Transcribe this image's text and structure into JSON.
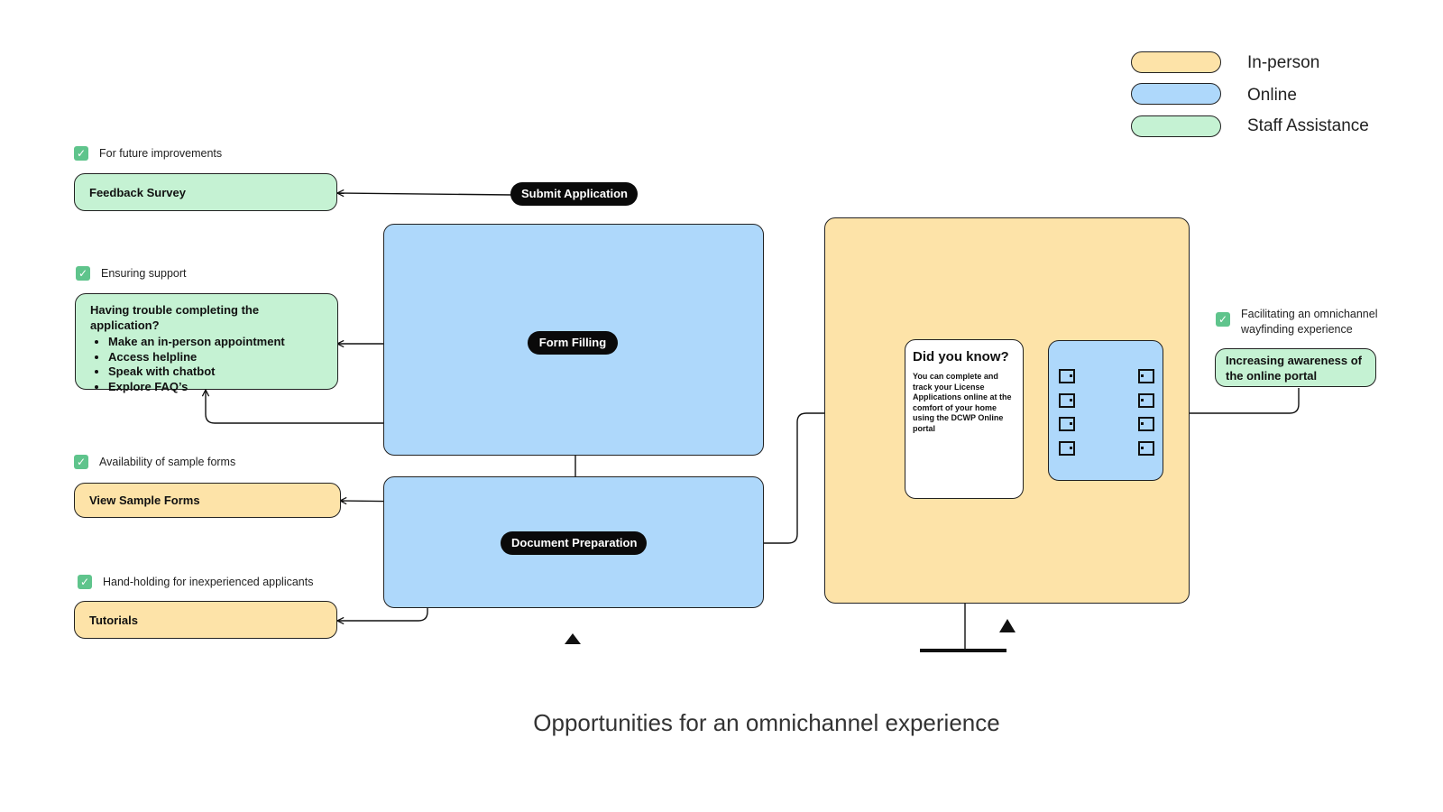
{
  "legend": [
    {
      "label": "In-person",
      "color": "#fde3a8"
    },
    {
      "label": "Online",
      "color": "#aed8fb"
    },
    {
      "label": "Staff Assistance",
      "color": "#c5f2d3"
    }
  ],
  "notes": {
    "future": "For future improvements",
    "support": "Ensuring support",
    "samples": "Availability of sample forms",
    "handholding": "Hand-holding for inexperienced applicants",
    "wayfinding": "Facilitating an omnichannel wayfinding experience"
  },
  "cards": {
    "feedback": "Feedback Survey",
    "trouble_title": "Having trouble completing the application?",
    "trouble_items": [
      "Make an in-person appointment",
      "Access helpline",
      "Speak with chatbot",
      "Explore FAQ’s"
    ],
    "sample_forms": "View Sample Forms",
    "tutorials": "Tutorials",
    "awareness": "Increasing awareness of the online portal"
  },
  "stages": {
    "submit": "Submit Application",
    "form_filling": "Form Filling",
    "doc_prep": "Document Preparation"
  },
  "did_you_know": {
    "title": "Did you know?",
    "body": "You can complete and track your License Applications online at the comfort of your home using the DCWP Online portal"
  },
  "caption": "Opportunities for an omnichannel experience",
  "icons": {
    "check": "check-icon",
    "kiosk": "kiosk-door-icon",
    "pointer": "triangle-pointer-icon"
  }
}
